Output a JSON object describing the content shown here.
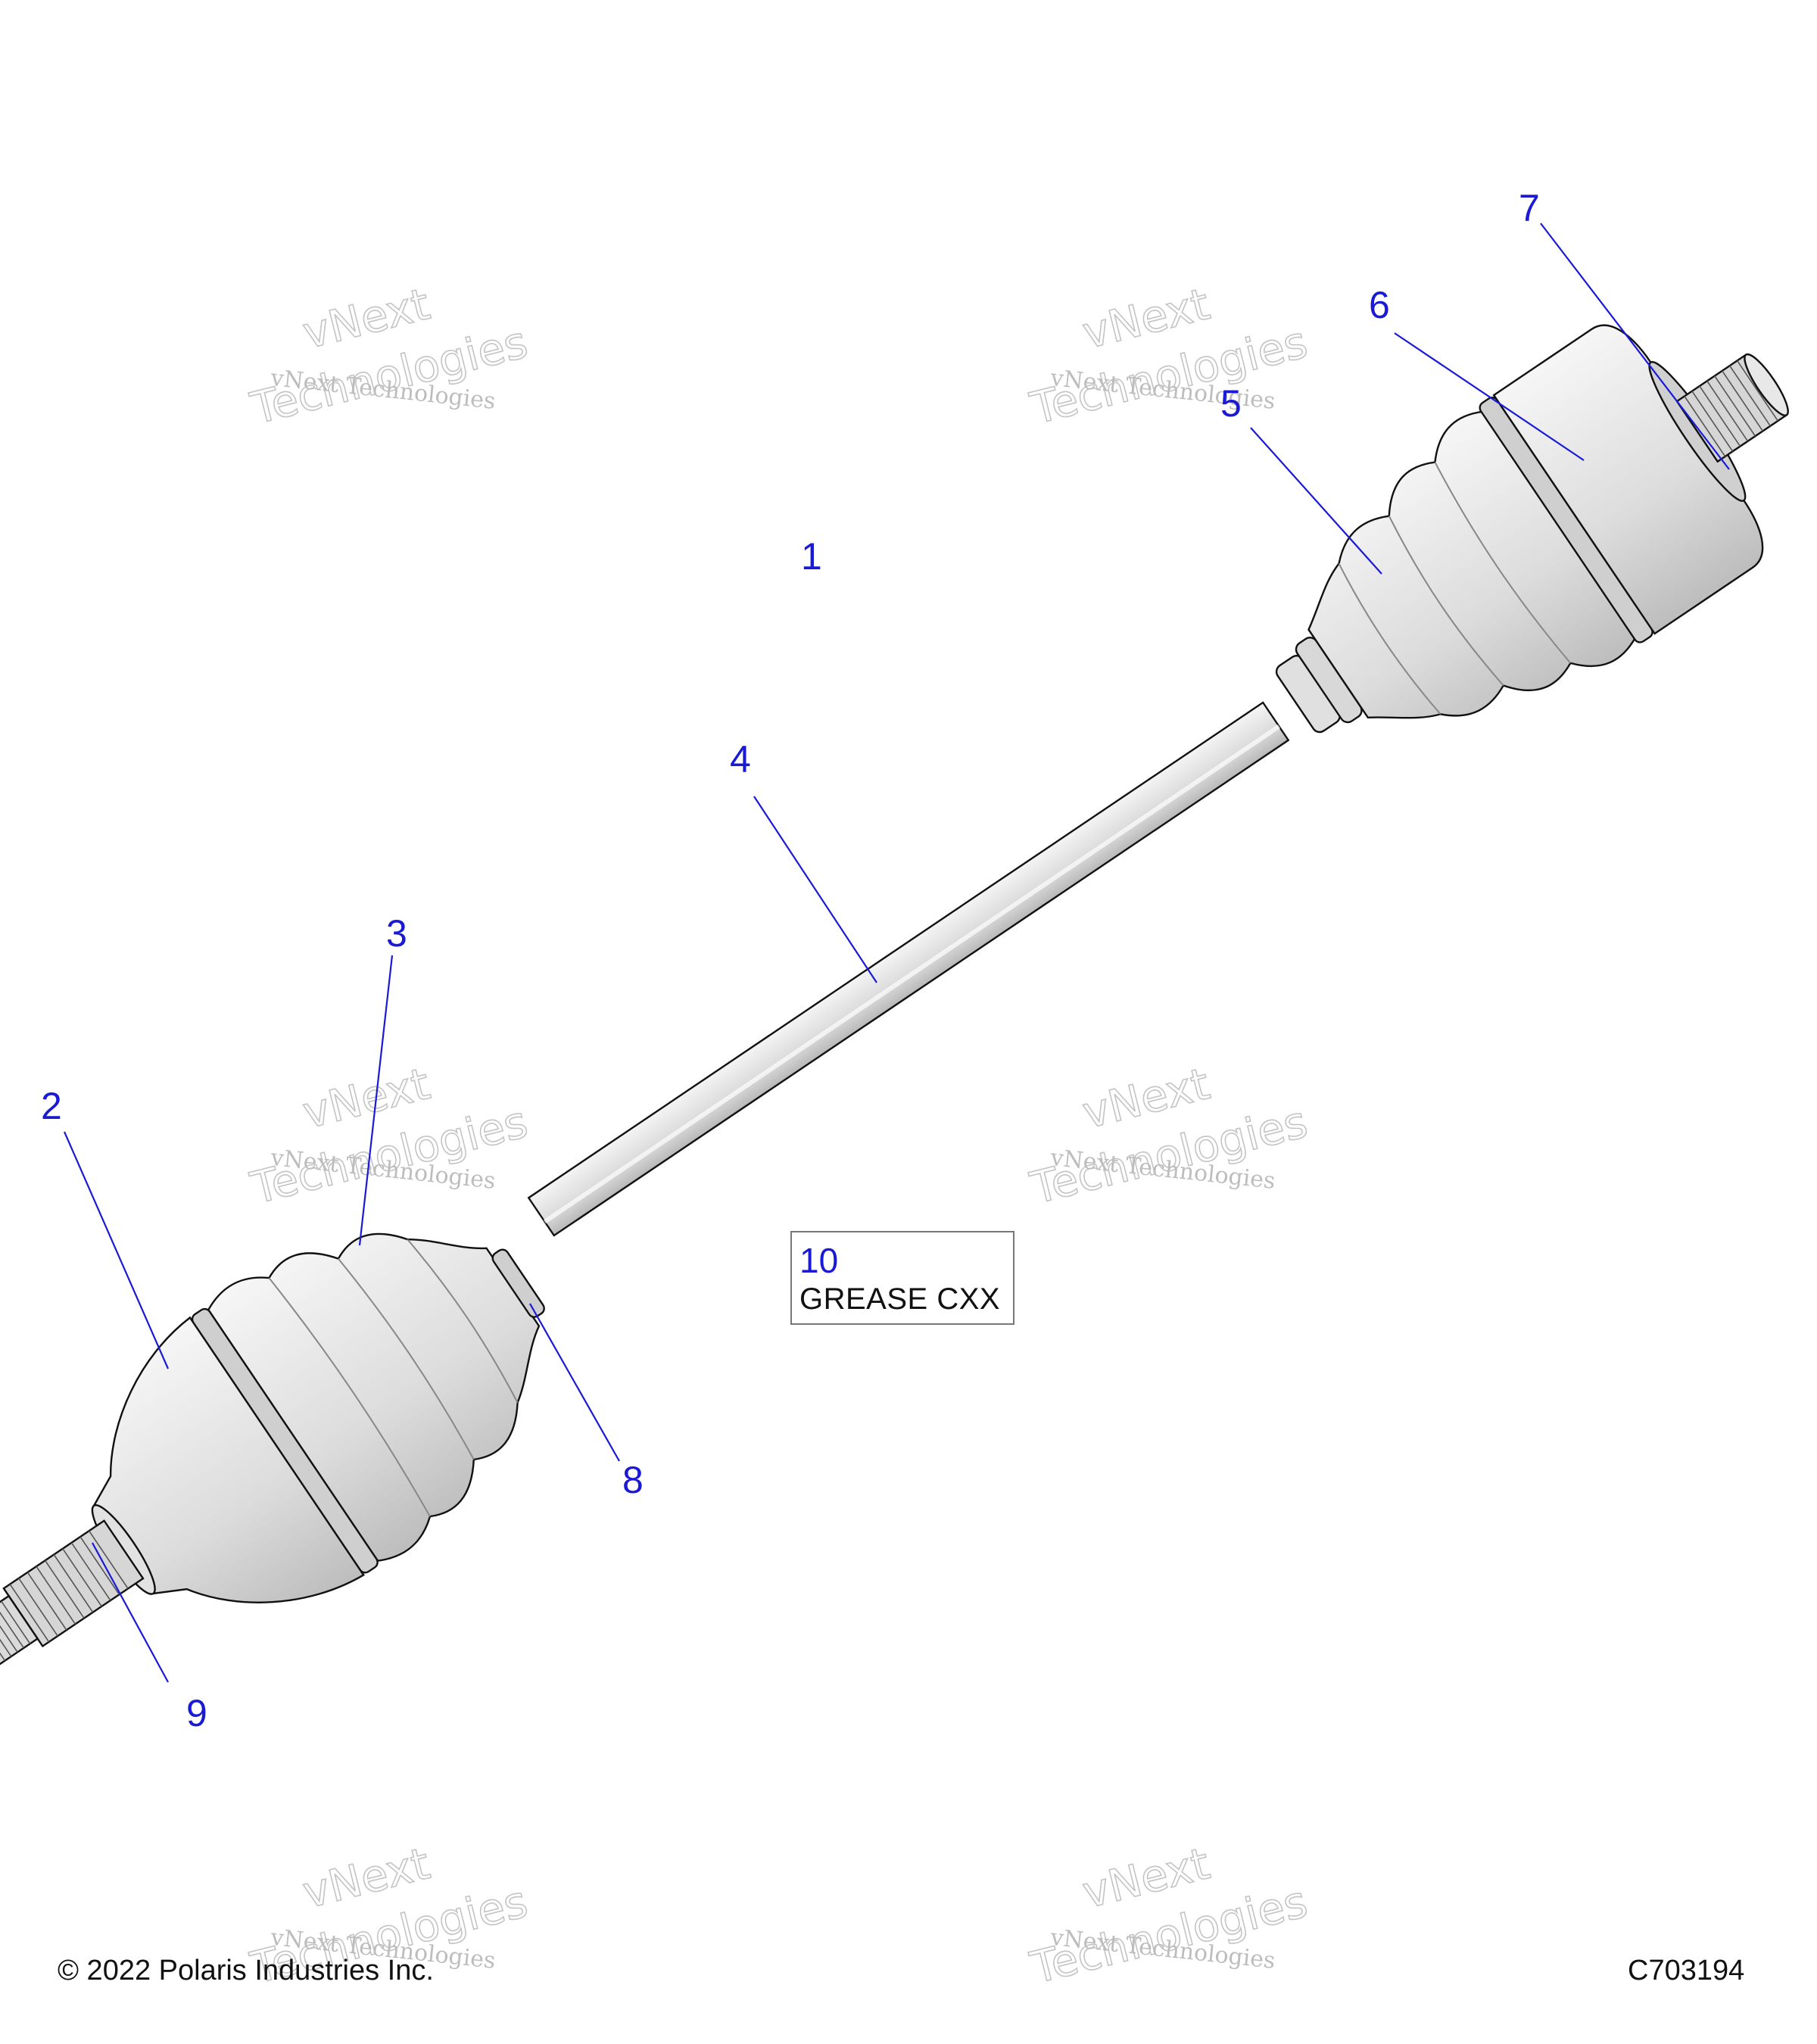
{
  "callouts": [
    {
      "id": "1",
      "label": "1"
    },
    {
      "id": "2",
      "label": "2"
    },
    {
      "id": "3",
      "label": "3"
    },
    {
      "id": "4",
      "label": "4"
    },
    {
      "id": "5",
      "label": "5"
    },
    {
      "id": "6",
      "label": "6"
    },
    {
      "id": "7",
      "label": "7"
    },
    {
      "id": "8",
      "label": "8"
    },
    {
      "id": "9",
      "label": "9"
    }
  ],
  "note": {
    "number": "10",
    "text": "GREASE CXX"
  },
  "watermark": {
    "line1": "vNext",
    "line2": "Technologies",
    "small": "vNext Technologies"
  },
  "footer": {
    "copyright": "© 2022 Polaris Industries Inc.",
    "figure_code": "C703194"
  },
  "colors": {
    "callout": "#1a1ad6",
    "part_fill": "#e6e6e6",
    "part_shade": "#c6c6c6",
    "outline": "#111111"
  }
}
